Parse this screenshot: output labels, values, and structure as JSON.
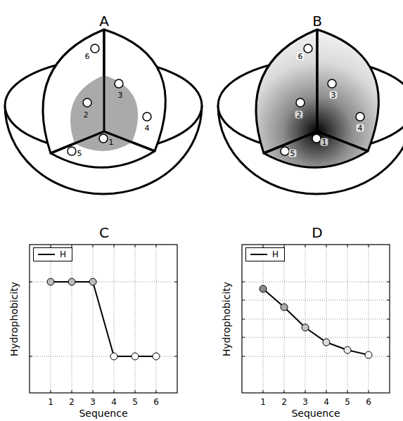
{
  "diagram": {
    "labels": [
      "A",
      "1",
      "2",
      "3",
      "4",
      "5",
      "6",
      "B",
      "1",
      "2",
      "3",
      "4",
      "5",
      "6",
      "C",
      "Hydrophobicity",
      "1",
      "2",
      "3",
      "4",
      "5",
      "6",
      "Sequence",
      "D",
      "Hydrophobicity",
      "1",
      "2",
      "3",
      "4",
      "5",
      "6",
      "Sequence"
    ],
    "legend": [
      {
        "text": "H"
      },
      {
        "text": "H"
      }
    ]
  }
}
